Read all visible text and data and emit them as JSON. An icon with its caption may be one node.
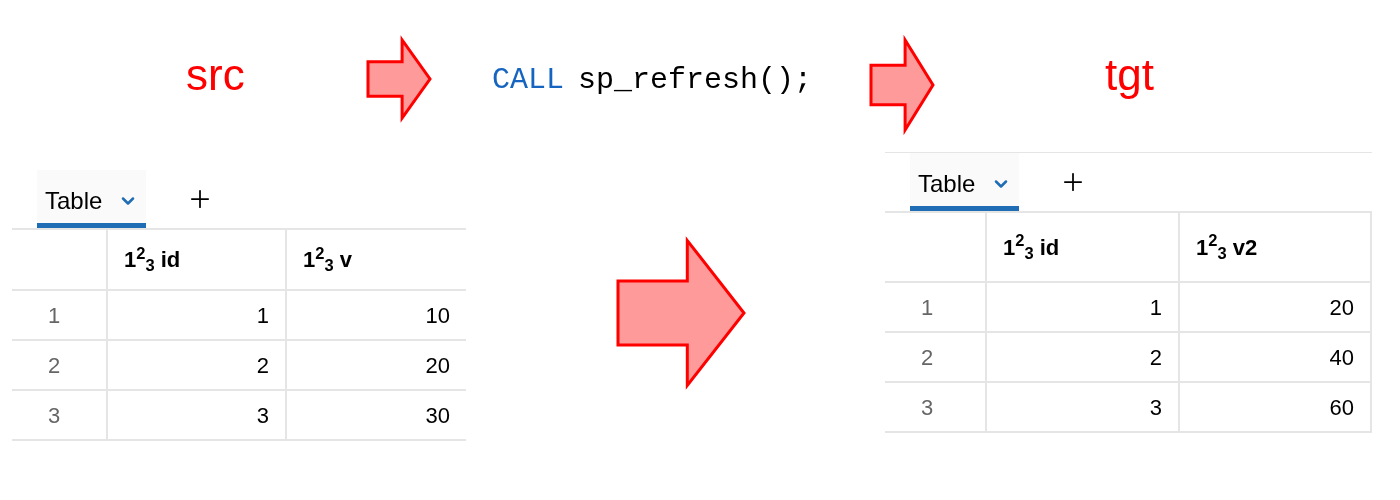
{
  "diagram": {
    "nodes": [
      {
        "text": [
          "Table"
        ]
      },
      {
        "text": [
          "Table"
        ]
      }
    ],
    "labels": [
      "src",
      "CALL",
      "sp_refresh();",
      "tgt",
      "1$^{2}$$_{3}$ id",
      "1$^{2}$$_{3}$ v",
      "1",
      "1",
      "10",
      "2",
      "2",
      "20",
      "3",
      "3",
      "30",
      "1$^{2}$$_{3}$ id",
      "1$^{2}$$_{3}$ v2",
      "1",
      "1",
      "20",
      "2",
      "2",
      "40",
      "3",
      "3",
      "60"
    ]
  }
}
